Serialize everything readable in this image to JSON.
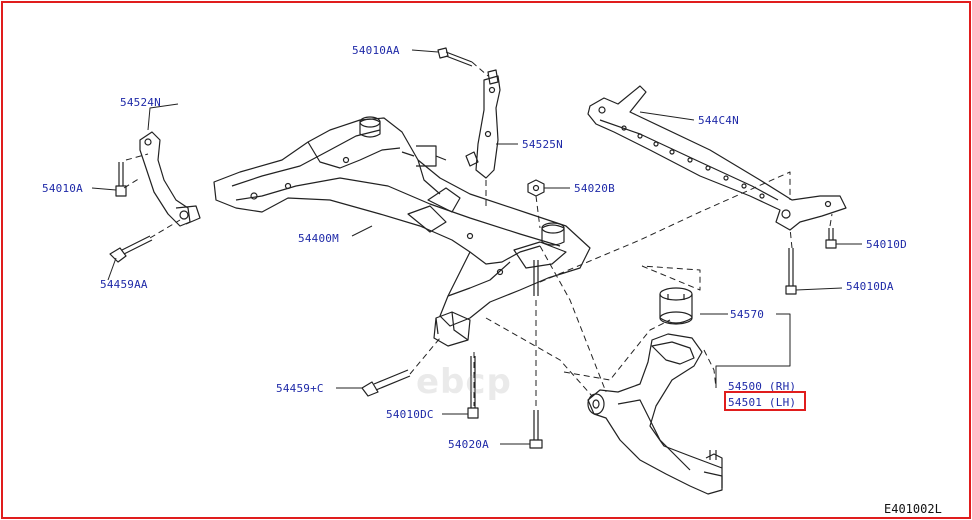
{
  "labels": {
    "p54010AA_top": "54010AA",
    "p54524N": "54524N",
    "p54525N": "54525N",
    "p544C4N": "544C4N",
    "p54010A": "54010A",
    "p54020B": "54020B",
    "p54400M": "54400M",
    "p54010D": "54010D",
    "p54459AA": "54459AA",
    "p54010DA": "54010DA",
    "p54570": "54570",
    "p54500RH": "54500 (RH)",
    "p54501LH": "54501 (LH)",
    "p54459C": "54459+C",
    "p54010DC": "54010DC",
    "p54020A": "54020A"
  },
  "watermark": "ebcp",
  "drawing_code": "E401002L",
  "colors": {
    "label": "#1f2aa8",
    "highlight": "#e01d1d",
    "line": "#222222"
  }
}
